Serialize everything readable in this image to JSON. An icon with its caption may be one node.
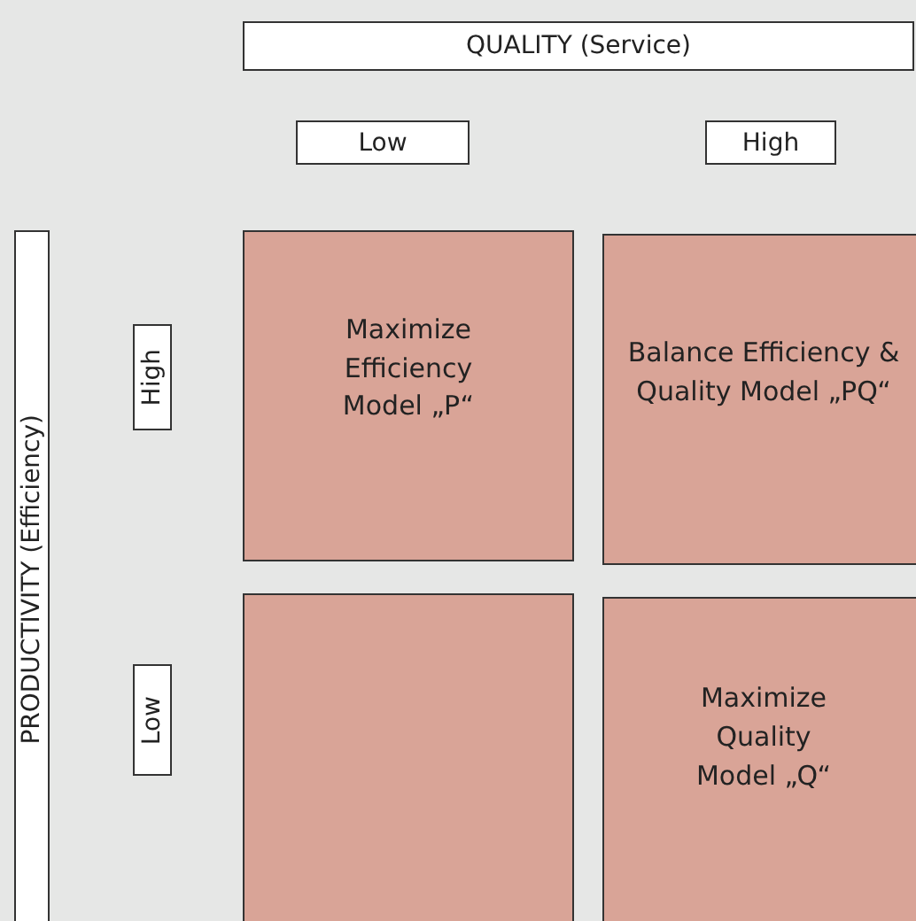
{
  "diagram": {
    "nodes": [
      {
        "text": [
          "QUALITY (Service)"
        ]
      },
      {
        "text": [
          "Low"
        ]
      },
      {
        "text": [
          "High"
        ]
      },
      {
        "text": [
          "PRODUCTIVITY (Efficiency)"
        ]
      },
      {
        "text": [
          "High"
        ]
      },
      {
        "text": [
          "Maximize Efficiency Model „P“"
        ]
      },
      {
        "text": [
          "Balance Efficiency & Quality Model „PQ“"
        ]
      },
      {
        "text": [
          "Low"
        ]
      },
      {
        "text": [],
        "shape": "box"
      },
      {
        "text": [
          "Maximize Quality Model „Q“"
        ]
      }
    ]
  }
}
